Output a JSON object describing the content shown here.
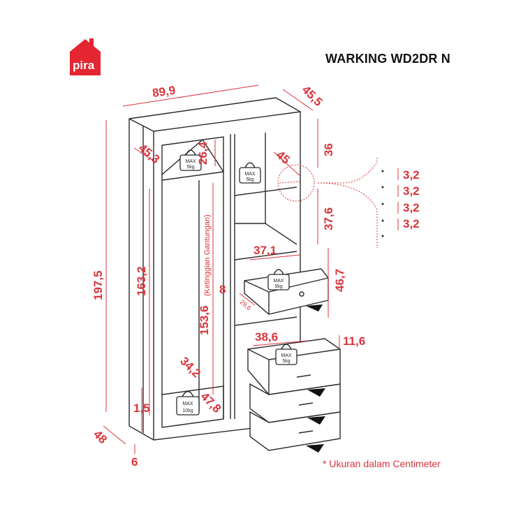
{
  "brand": {
    "logo_text": "pira",
    "color": "#e3262f"
  },
  "title": "WARKING WD2DR N",
  "note": "* Ukuran dalam Centimeter",
  "dimensions": {
    "width": "89,9",
    "depth": "45,5",
    "height": "197,5",
    "inner_left_depth": "45,3",
    "left_top_shelf_height": "26,4",
    "right_shelf_depth": "45",
    "right_top_space": "36",
    "right_mid_space": "37,6",
    "hanging_height_total": "163,2",
    "hanging_height": "153,6",
    "hanging_label": "(Ketinggian Gantungan)",
    "upper_drawer_width": "37,1",
    "upper_drawer_height": "46,7",
    "upper_drawer_front": "8",
    "upper_drawer_depth": "29,6",
    "lower_drawer_width": "38,6",
    "lower_drawer_height": "11,6",
    "bottom_depth": "34,2",
    "bottom_width": "47,8",
    "plinth": "1,5",
    "base_depth": "48",
    "base_height": "6",
    "hole_spacing": [
      "3,2",
      "3,2",
      "3,2",
      "3,2"
    ]
  },
  "weights": [
    {
      "max": "MAX",
      "load": "5kg"
    },
    {
      "max": "MAX",
      "load": "5kg"
    },
    {
      "max": "MAX",
      "load": "5kg"
    },
    {
      "max": "MAX",
      "load": "5kg"
    },
    {
      "max": "MAX",
      "load": "10kg"
    }
  ]
}
